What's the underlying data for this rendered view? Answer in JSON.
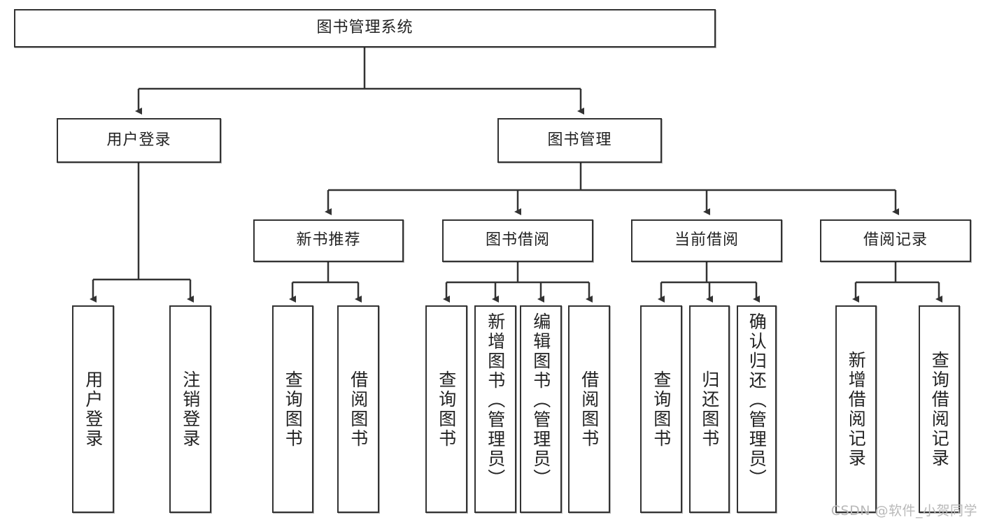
{
  "diagram": {
    "type": "tree",
    "title": "图书管理系统",
    "watermark": "CSDN @软件_小贺同学",
    "colors": {
      "box_border": "#333333",
      "box_fill": "#ffffff",
      "edge": "#333333",
      "text": "#222222",
      "watermark": "#b9b9b9",
      "background": "#ffffff"
    },
    "nodes": {
      "root": {
        "label": "图书管理系统",
        "orientation": "horizontal"
      },
      "level2": [
        {
          "id": "user-login",
          "label": "用户登录",
          "orientation": "horizontal"
        },
        {
          "id": "book-manage",
          "label": "图书管理",
          "orientation": "horizontal"
        }
      ],
      "level3": [
        {
          "id": "new-book-recommend",
          "label": "新书推荐",
          "orientation": "horizontal"
        },
        {
          "id": "book-borrow",
          "label": "图书借阅",
          "orientation": "horizontal"
        },
        {
          "id": "current-borrow",
          "label": "当前借阅",
          "orientation": "horizontal"
        },
        {
          "id": "borrow-record",
          "label": "借阅记录",
          "orientation": "horizontal"
        }
      ],
      "leaves": [
        {
          "id": "leaf-user-login",
          "label": "用户登录",
          "parent": "user-login",
          "orientation": "vertical"
        },
        {
          "id": "leaf-logout-login",
          "label": "注销登录",
          "parent": "user-login",
          "orientation": "vertical"
        },
        {
          "id": "leaf-query-book-1",
          "label": "查询图书",
          "parent": "new-book-recommend",
          "orientation": "vertical"
        },
        {
          "id": "leaf-borrow-book-1",
          "label": "借阅图书",
          "parent": "new-book-recommend",
          "orientation": "vertical"
        },
        {
          "id": "leaf-query-book-2",
          "label": "查询图书",
          "parent": "book-borrow",
          "orientation": "vertical"
        },
        {
          "id": "leaf-add-book-admin",
          "label": "新增图书（管理员）",
          "parent": "book-borrow",
          "orientation": "vertical"
        },
        {
          "id": "leaf-edit-book-admin",
          "label": "编辑图书（管理员）",
          "parent": "book-borrow",
          "orientation": "vertical"
        },
        {
          "id": "leaf-borrow-book-2",
          "label": "借阅图书",
          "parent": "book-borrow",
          "orientation": "vertical"
        },
        {
          "id": "leaf-query-book-3",
          "label": "查询图书",
          "parent": "current-borrow",
          "orientation": "vertical"
        },
        {
          "id": "leaf-return-book",
          "label": "归还图书",
          "parent": "current-borrow",
          "orientation": "vertical"
        },
        {
          "id": "leaf-confirm-return-admin",
          "label": "确认归还（管理员）",
          "parent": "current-borrow",
          "orientation": "vertical"
        },
        {
          "id": "leaf-add-borrow-record",
          "label": "新增借阅记录",
          "parent": "borrow-record",
          "orientation": "vertical"
        },
        {
          "id": "leaf-query-borrow-record",
          "label": "查询借阅记录",
          "parent": "borrow-record",
          "orientation": "vertical"
        }
      ]
    }
  }
}
